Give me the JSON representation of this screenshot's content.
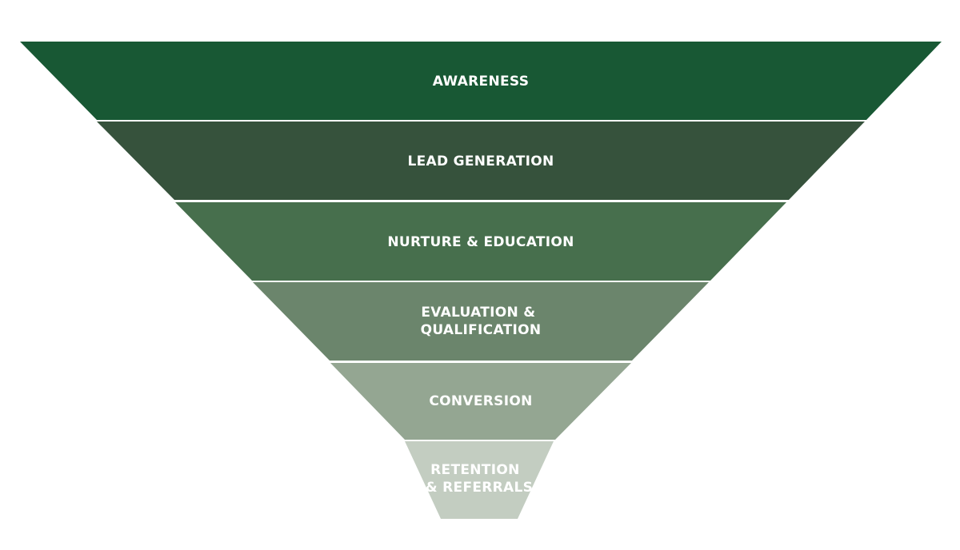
{
  "funnel": {
    "stages": [
      {
        "label_lines": [
          "AWARENESS"
        ],
        "color": "#185834"
      },
      {
        "label_lines": [
          "LEAD GENERATION"
        ],
        "color": "#36523c"
      },
      {
        "label_lines": [
          "NURTURE & EDUCATION"
        ],
        "color": "#476f4d"
      },
      {
        "label_lines": [
          "EVALUATION &",
          "QUALIFICATION"
        ],
        "color": "#6b856c"
      },
      {
        "label_lines": [
          "CONVERSION"
        ],
        "color": "#94a692"
      },
      {
        "label_lines": [
          "RETENTION",
          "& REFERRALS"
        ],
        "color": "#c3cdc1"
      }
    ]
  }
}
